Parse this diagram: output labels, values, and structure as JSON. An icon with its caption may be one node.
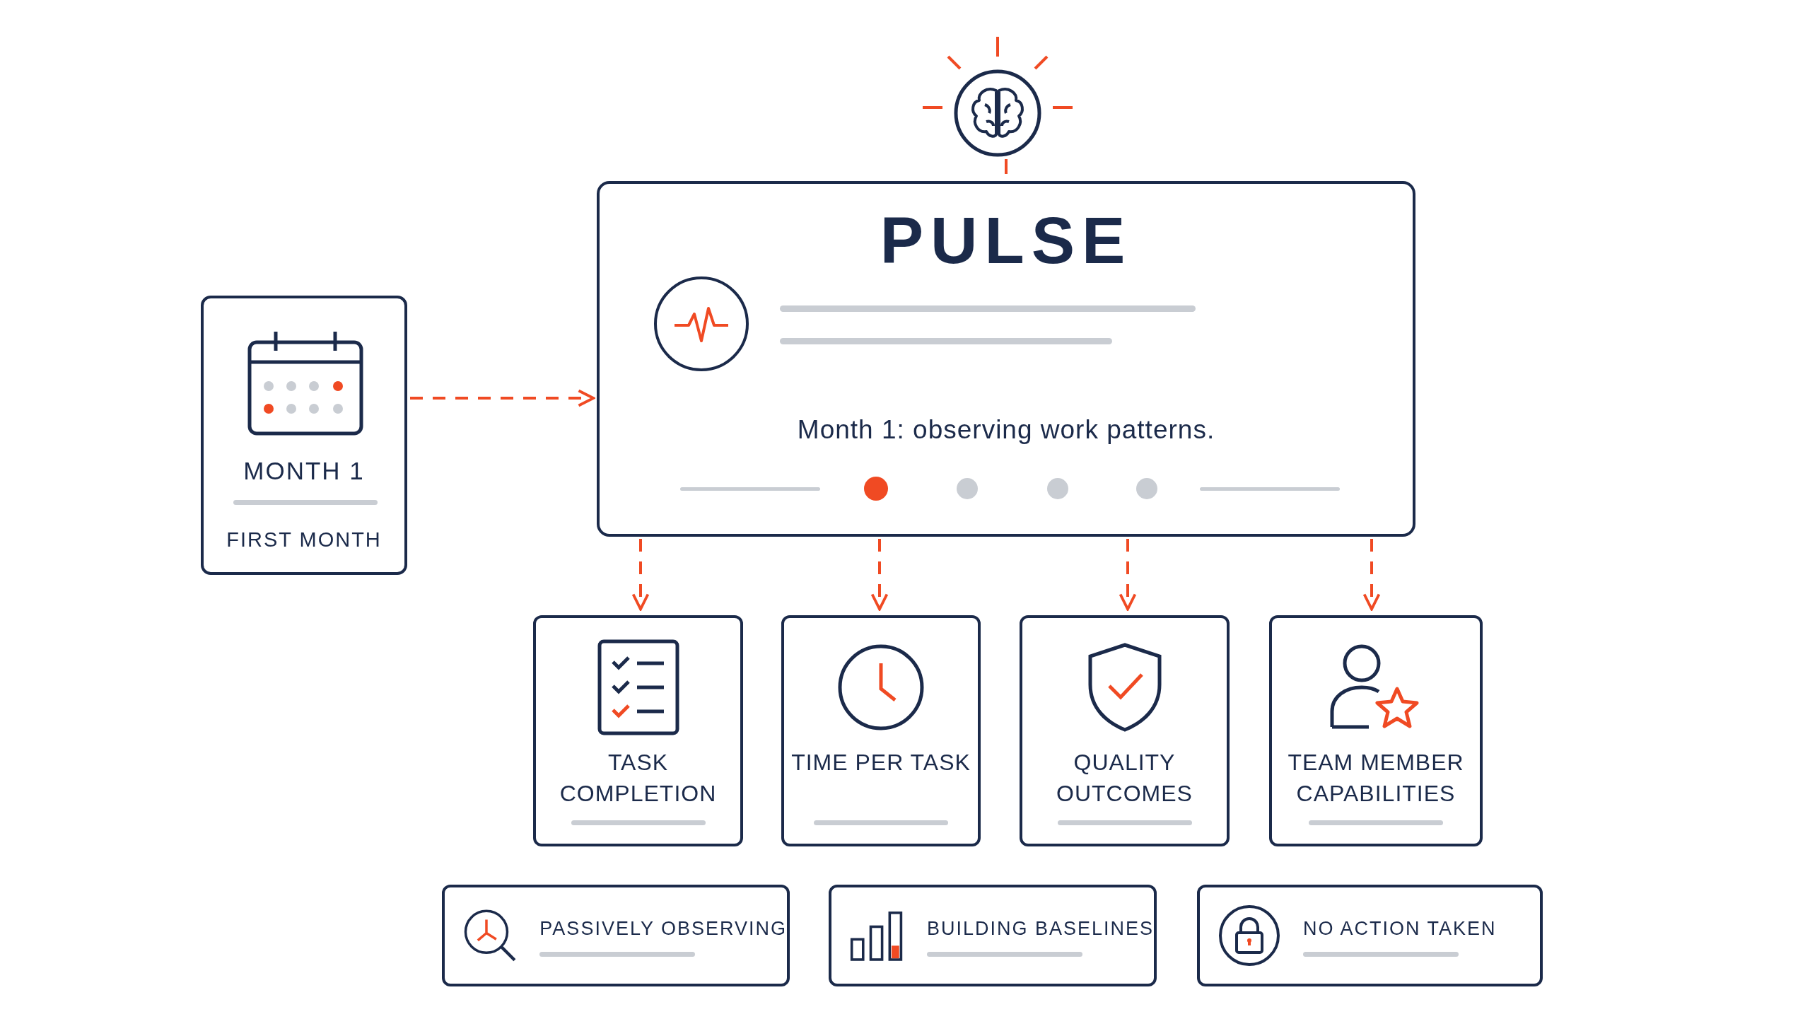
{
  "diagram": {
    "nodes": [
      {
        "text": [],
        "shape": "circle"
      },
      {
        "text": [
          "PULSE",
          "Month 1: observing work patterns."
        ]
      },
      {
        "text": [
          "MONTH 1",
          "FIRST MONTH"
        ]
      },
      {
        "text": [
          "TASK COMPLETION"
        ]
      },
      {
        "text": [
          "TIME PER TASK"
        ]
      },
      {
        "text": [
          "QUALITY OUTCOMES"
        ]
      },
      {
        "text": [
          "TEAM MEMBER CAPABILITIES"
        ]
      },
      {
        "text": [
          "PASSIVELY OBSERVING"
        ]
      },
      {
        "text": [
          "BUILDING BASELINES"
        ]
      },
      {
        "text": [
          "NO ACTION TAKEN"
        ]
      }
    ],
    "edges": [
      {
        "from": 0,
        "to": 1,
        "arrow": "none"
      },
      {
        "from": 2,
        "to": 1,
        "arrow": "to",
        "style": "dashed"
      },
      {
        "from": 1,
        "to": 3,
        "arrow": "to",
        "style": "dashed"
      },
      {
        "from": 1,
        "to": 4,
        "arrow": "to",
        "style": "dashed"
      },
      {
        "from": 1,
        "to": 5,
        "arrow": "to",
        "style": "dashed"
      },
      {
        "from": 1,
        "to": 6,
        "arrow": "to",
        "style": "dashed"
      }
    ]
  }
}
